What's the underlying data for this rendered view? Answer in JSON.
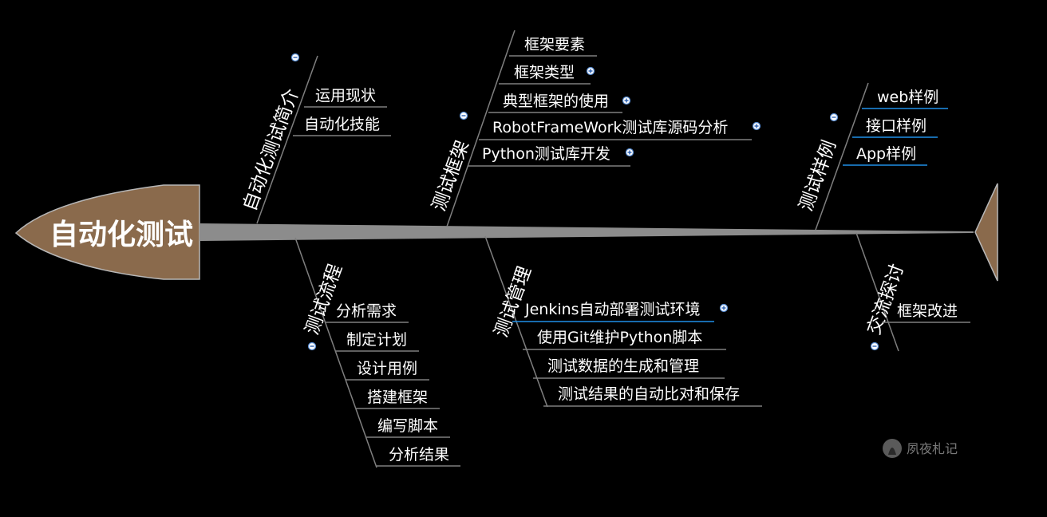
{
  "diagram": {
    "head": "自动化测试",
    "watermark": "夙夜札记",
    "categories": [
      {
        "label": "自动化测试简介",
        "items": [
          "运用现状",
          "自动化技能"
        ]
      },
      {
        "label": "测试框架",
        "items": [
          "框架要素",
          "框架类型",
          "典型框架的使用",
          "RobotFrameWork测试库源码分析",
          "Python测试库开发"
        ]
      },
      {
        "label": "测试样例",
        "items": [
          "web样例",
          "接口样例",
          "App样例"
        ]
      },
      {
        "label": "测试流程",
        "items": [
          "分析需求",
          "制定计划",
          "设计用例",
          "搭建框架",
          "编写脚本",
          "分析结果"
        ]
      },
      {
        "label": "测试管理",
        "items": [
          "Jenkins自动部署测试环境",
          "使用Git维护Python脚本",
          "测试数据的生成和管理",
          "测试结果的自动比对和保存"
        ]
      },
      {
        "label": "交流探讨",
        "items": [
          "框架改进"
        ]
      }
    ]
  }
}
